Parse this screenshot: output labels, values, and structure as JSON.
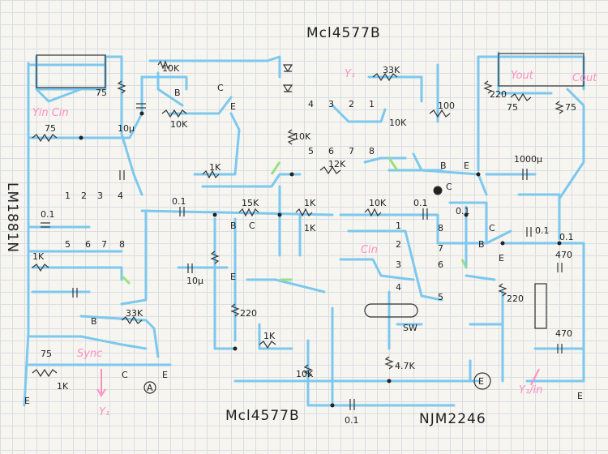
{
  "colors": {
    "wire": "#7cc8ee",
    "wire_green": "#9be07f",
    "annotation": "#ff8fc2",
    "ink": "#222222"
  },
  "ic_labels": {
    "top": "Mcl4577B",
    "bottom": "Mcl4577B",
    "left": "LM1881N",
    "bottom_right": "NJM2246"
  },
  "resistors": [
    "10K",
    "75",
    "75",
    "1K",
    "10K",
    "33K",
    "100",
    "10K",
    "10K",
    "12K",
    "220",
    "75",
    "75",
    "1K",
    "15K",
    "1K",
    "10K",
    "33K",
    "1K",
    "10K",
    "4.7K",
    "220",
    "75",
    "220",
    "1K"
  ],
  "capacitors": [
    "10μ",
    "0.1",
    "0.1",
    "10μ",
    "0.1",
    "0.1",
    "1000μ",
    "0.1",
    "0.1",
    "470",
    "470",
    "0.1"
  ],
  "transistor_pins": [
    "B",
    "C",
    "E",
    "B",
    "C",
    "B",
    "E",
    "E",
    "C",
    "B",
    "E",
    "C",
    "B",
    "C",
    "E"
  ],
  "pin_numbers": [
    "4",
    "3",
    "2",
    "1",
    "5",
    "6",
    "7",
    "8",
    "1",
    "2",
    "3",
    "4",
    "5",
    "6",
    "7",
    "8",
    "1",
    "2",
    "3",
    "4",
    "5",
    "6",
    "7",
    "8"
  ],
  "annotations": {
    "yin_cin": "Yin Cin",
    "yout": "Yout",
    "cout": "Cout",
    "y1_top": "Y₁",
    "y1_bottom": "Y₁",
    "c_in": "Cin",
    "y1_in": "Y₁/in",
    "sync": "Sync",
    "circle_a": "A",
    "circle_e": "E",
    "sw": "SW",
    "e_left": "E",
    "e_right": "E",
    "k1": "1K"
  }
}
